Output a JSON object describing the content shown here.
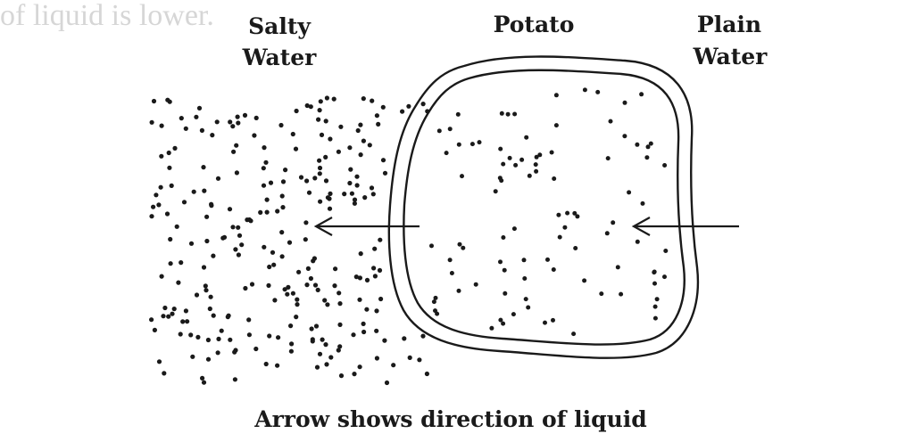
{
  "labels": {
    "salty_line1": "Salty",
    "salty_line2": "Water",
    "potato": "Potato",
    "plain_line1": "Plain",
    "plain_line2": "Water",
    "caption": "Arrow shows direction of liquid",
    "faded_text": "of liquid is lower."
  },
  "colors": {
    "ink": "#1a1a1a",
    "background": "#ffffff",
    "faded": "#d6d6d6"
  }
}
